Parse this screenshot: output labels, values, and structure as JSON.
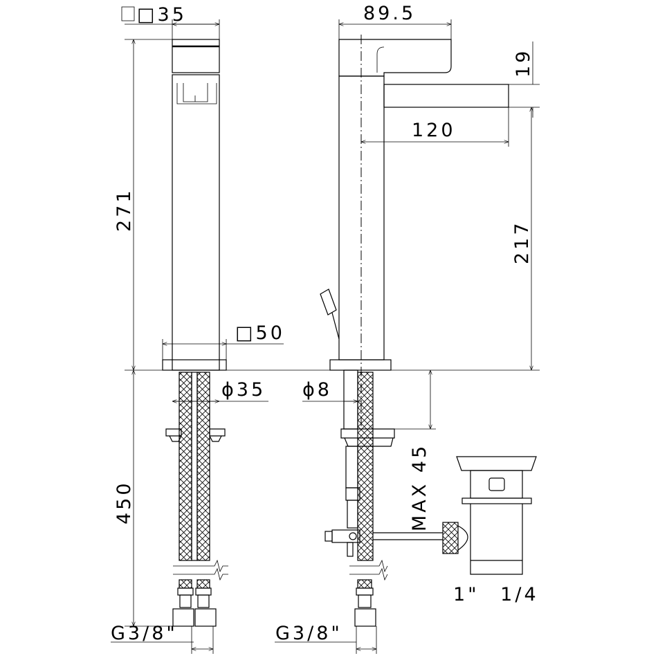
{
  "drawing": {
    "front_view": {
      "top_square": "□35",
      "height_total": "271",
      "base_square": "□50",
      "hose_diameter": "ϕ35",
      "hose_length": "450",
      "connection": "G3/8\""
    },
    "side_view": {
      "handle_depth": "89.5",
      "spout_height": "19",
      "spout_reach": "120",
      "spout_clearance": "217",
      "rod_diameter": "ϕ8",
      "max_thickness": "MAX 45",
      "drain_size": "1\" 1/4",
      "connection": "G3/8\""
    }
  }
}
